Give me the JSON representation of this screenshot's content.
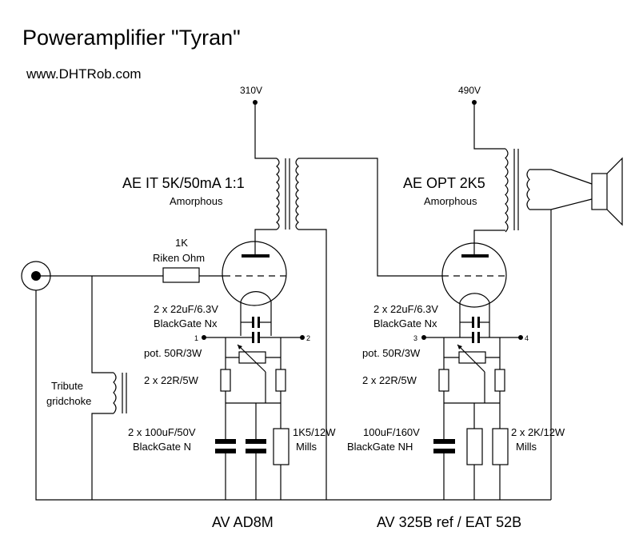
{
  "header": {
    "title": "Poweramplifier \"Tyran\"",
    "url": "www.DHTRob.com"
  },
  "supplies": {
    "driver_b_plus": "310V",
    "output_b_plus": "490V"
  },
  "components": {
    "interstage_transformer": {
      "name": "AE IT 5K/50mA 1:1",
      "core": "Amorphous"
    },
    "output_transformer": {
      "name": "AE OPT 2K5",
      "core": "Amorphous"
    },
    "grid_resistor": {
      "value": "1K",
      "brand": "Riken Ohm"
    },
    "gridchoke": {
      "line1": "Tribute",
      "line2": "gridchoke"
    },
    "driver_cathode_bypass": {
      "value": "2 x 22uF/6.3V",
      "brand": "BlackGate Nx"
    },
    "output_cathode_bypass": {
      "value": "2 x 22uF/6.3V",
      "brand": "BlackGate Nx"
    },
    "driver_pot": "pot. 50R/3W",
    "output_pot": "pot. 50R/3W",
    "driver_hum_resistors": "2 x 22R/5W",
    "output_hum_resistors": "2 x 22R/5W",
    "driver_cathode_caps": {
      "value": "2 x 100uF/50V",
      "brand": "BlackGate N"
    },
    "driver_cathode_resistor": {
      "value": "1K5/12W",
      "brand": "Mills"
    },
    "output_cathode_cap": {
      "value": "100uF/160V",
      "brand": "BlackGate NH"
    },
    "output_cathode_resistors": {
      "value": "2 x 2K/12W",
      "brand": "Mills"
    }
  },
  "filament_terminals": [
    "1",
    "2",
    "3",
    "4"
  ],
  "tubes": {
    "driver": "AV AD8M",
    "output": "AV 325B ref / EAT 52B"
  },
  "icons": {
    "input": "rca-input-jack-icon",
    "output": "loudspeaker-icon"
  }
}
